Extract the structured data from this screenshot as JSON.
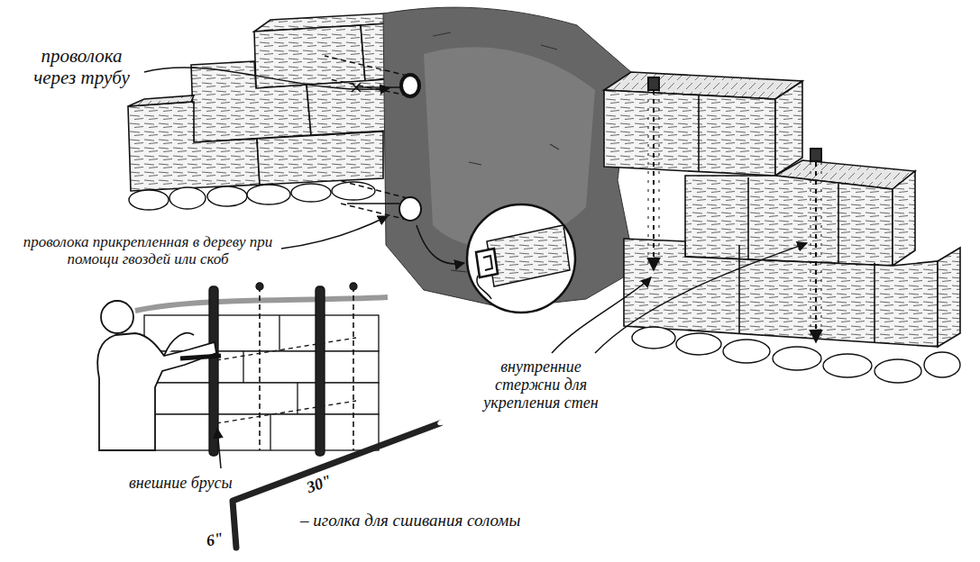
{
  "diagram": {
    "labels": [
      "проволока через трубу",
      "проволока прикрепленная в дереву при помощи гвоздей или скоб",
      "внутренние стержни для укрепления стен",
      "внешние брусы",
      "30\"",
      "6\"",
      "– иголка для сшивания соломы"
    ]
  }
}
